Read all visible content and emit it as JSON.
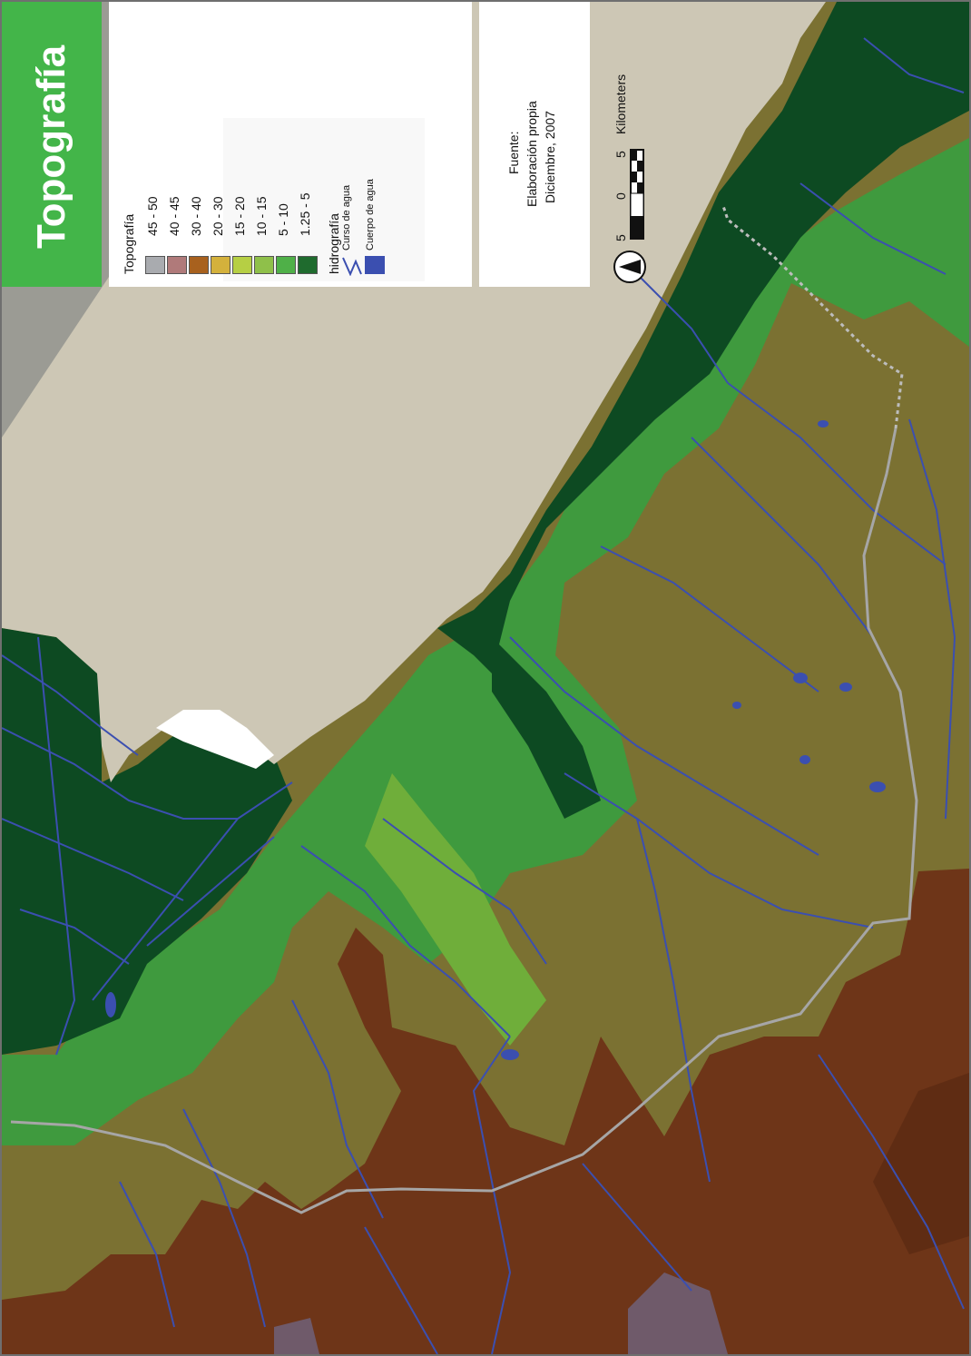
{
  "title": "Topografía",
  "legend": {
    "topo_heading": "Topografía",
    "classes": [
      {
        "label": "45 - 50",
        "color": "#a9abaf"
      },
      {
        "label": "40 - 45",
        "color": "#b07a7a"
      },
      {
        "label": "30 - 40",
        "color": "#a8611e"
      },
      {
        "label": "20 - 30",
        "color": "#d4b13c"
      },
      {
        "label": "15 - 20",
        "color": "#b6cf44"
      },
      {
        "label": "10 - 15",
        "color": "#8fc04a"
      },
      {
        "label": "5 - 10",
        "color": "#4fb048"
      },
      {
        "label": "1.25 - 5",
        "color": "#1f6b2e"
      }
    ],
    "hydro_heading": "hidrografía",
    "stream_label": "Curso de agua",
    "waterbody_label": "Cuerpo de agua",
    "stream_color": "#3b4fb0",
    "waterbody_color": "#3b4fb0"
  },
  "source": {
    "label": "Fuente:",
    "line1": "Elaboración propia",
    "line2": "Diciembre, 2007"
  },
  "scale": {
    "ticks": [
      "5",
      "0",
      "5"
    ],
    "unit": "Kilometers"
  },
  "colors": {
    "sea": "#cdc7b5",
    "lowland": "#0d4a22",
    "plateau": "#7b7132",
    "upland": "#6e3518",
    "road": "#a6a6a6",
    "rivers": "#3b4fb0"
  },
  "icons": {
    "north_arrow": "north-arrow-icon"
  }
}
